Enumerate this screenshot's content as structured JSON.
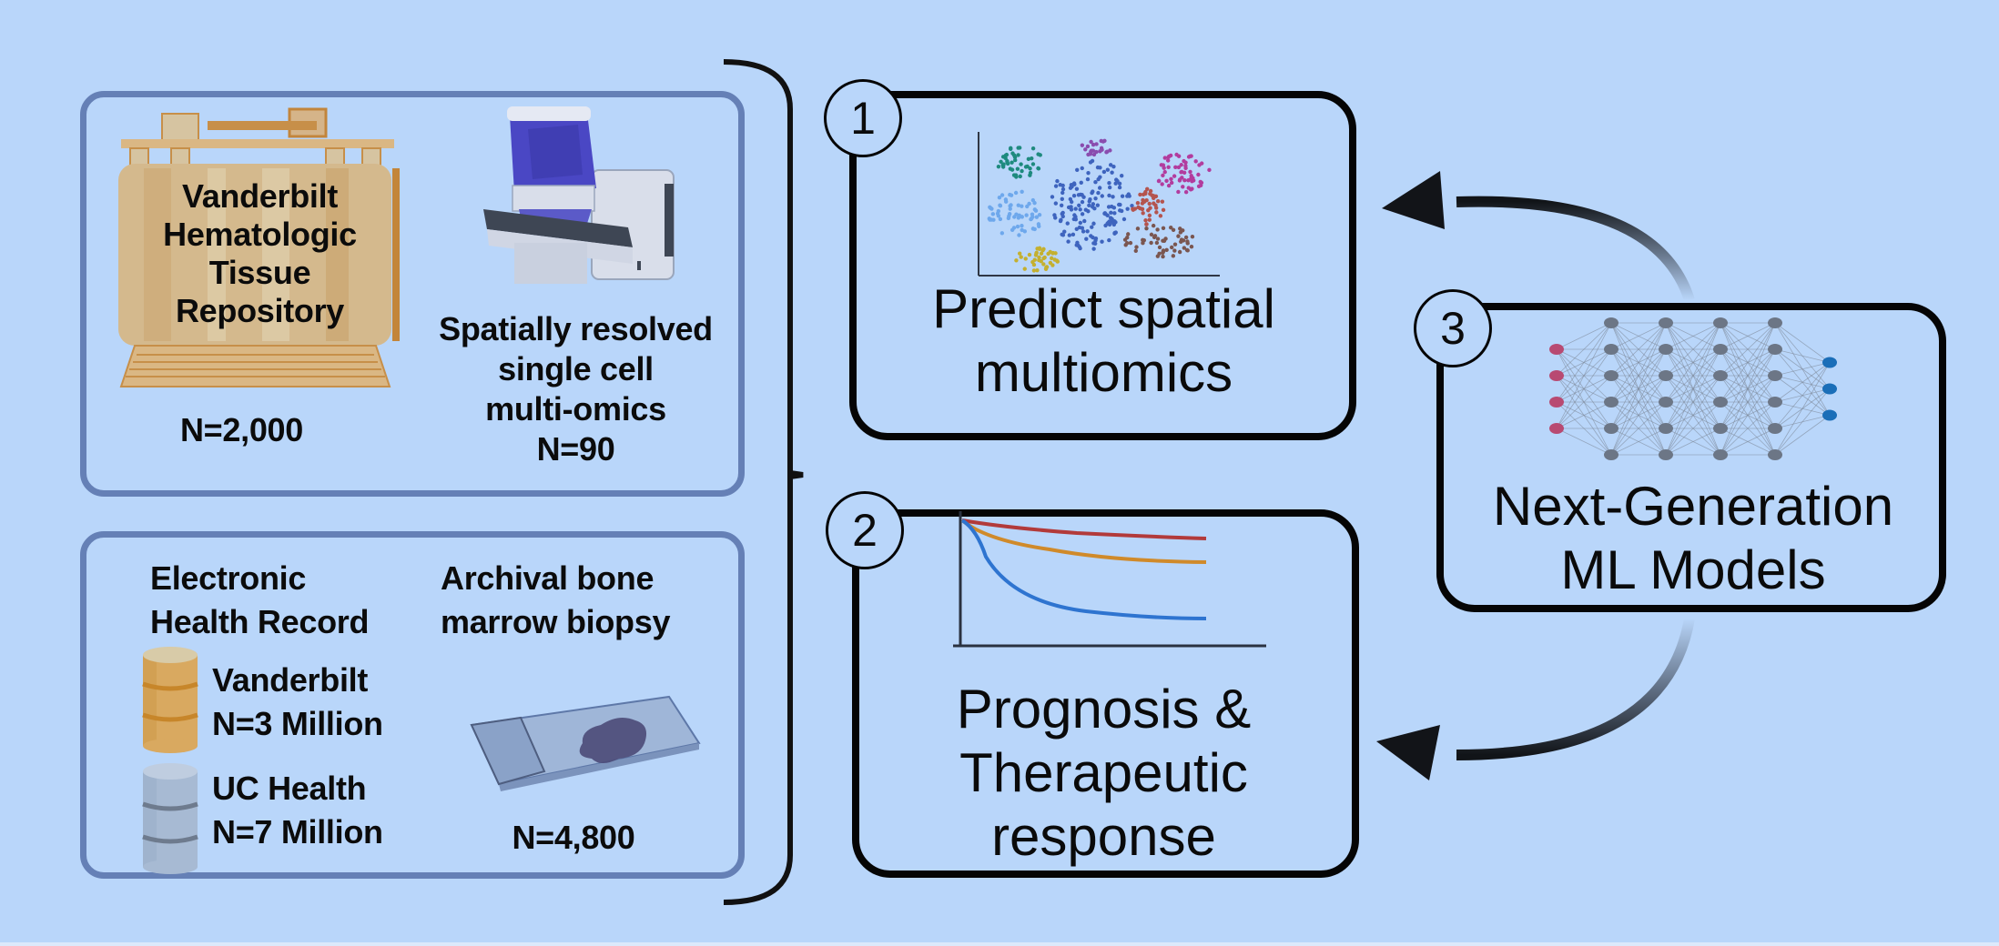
{
  "data_sources": {
    "panel_top": {
      "repository": {
        "title_lines": [
          "Vanderbilt",
          "Hematologic",
          "Tissue",
          "Repository"
        ],
        "count": "N=2,000",
        "icon": "cryogenic-tank-icon"
      },
      "spatial": {
        "title_lines": [
          "Spatially resolved",
          "single cell",
          "multi-omics"
        ],
        "count": "N=90",
        "icon": "microscope-icon"
      }
    },
    "panel_bottom": {
      "ehr": {
        "title_lines": [
          "Electronic",
          "Health Record"
        ],
        "sources": [
          {
            "name": "Vanderbilt",
            "count": "N=3 Million",
            "icon": "database-icon",
            "color": "#D9A960"
          },
          {
            "name": "UC Health",
            "count": "N=7 Million",
            "icon": "database-icon",
            "color": "#A7BAD3"
          }
        ]
      },
      "biopsy": {
        "title_lines": [
          "Archival bone",
          "marrow biopsy"
        ],
        "count": "N=4,800",
        "icon": "microscope-slide-icon"
      }
    }
  },
  "outcomes": [
    {
      "number": "1",
      "label_lines": [
        "Predict spatial",
        "multiomics"
      ],
      "icon": "tsne-scatter-icon"
    },
    {
      "number": "2",
      "label_lines": [
        "Prognosis &",
        "Therapeutic",
        "response"
      ],
      "icon": "survival-curve-icon"
    },
    {
      "number": "3",
      "label_lines": [
        "Next-Generation",
        "ML Models"
      ],
      "icon": "neural-network-icon"
    }
  ],
  "colors": {
    "background": "#B9D6FA",
    "panel_border": "#6580B6",
    "outcome_border": "#050505",
    "scatter_clusters": [
      "#1E8A7E",
      "#6EA8EC",
      "#3E64BE",
      "#8A4DAE",
      "#B23C9E",
      "#B4544E",
      "#7A5650",
      "#C4B030"
    ],
    "curves": [
      "#B23A3A",
      "#D08A2A",
      "#2E74D0"
    ],
    "nn_input": "#B84A72",
    "nn_hidden": "#6C7686",
    "nn_output": "#1A6EB8"
  },
  "network": {
    "layers": [
      4,
      6,
      6,
      6,
      6,
      3
    ]
  }
}
